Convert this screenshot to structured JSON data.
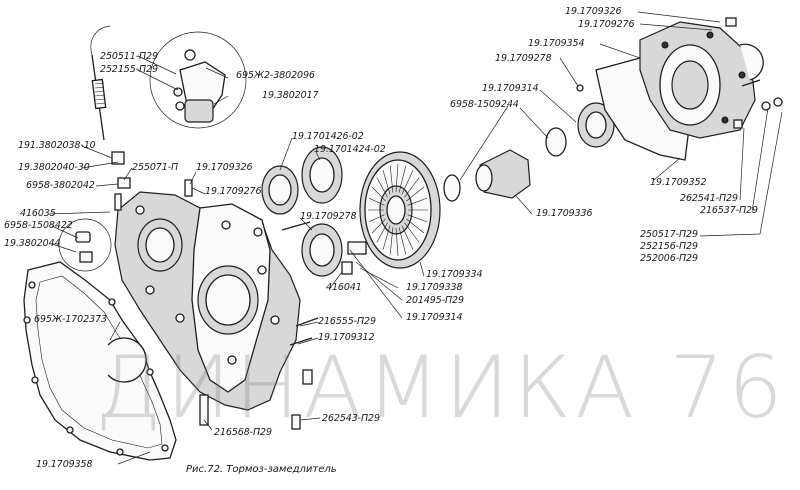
{
  "caption": "Рис.72. Тормоз-замедлитель",
  "watermark": "ДИНАМИКА 76",
  "labels": [
    {
      "id": "l1",
      "text": "19.1709326"
    },
    {
      "id": "l2",
      "text": "19.1709276"
    },
    {
      "id": "l3",
      "text": "19.1709354"
    },
    {
      "id": "l4",
      "text": "19.1709278"
    },
    {
      "id": "l5",
      "text": "19.1709314"
    },
    {
      "id": "l6",
      "text": "6958-1509244"
    },
    {
      "id": "l7",
      "text": "250511-П29"
    },
    {
      "id": "l8",
      "text": "252155-П29"
    },
    {
      "id": "l9",
      "text": "695Ж2-3802096"
    },
    {
      "id": "l10",
      "text": "19.3802017"
    },
    {
      "id": "l11",
      "text": "19.1701426-02"
    },
    {
      "id": "l12",
      "text": "19.1701424-02"
    },
    {
      "id": "l13",
      "text": "191.3802038-10"
    },
    {
      "id": "l14",
      "text": "19.3802040-30"
    },
    {
      "id": "l15",
      "text": "255071-П"
    },
    {
      "id": "l16",
      "text": "19.1709326"
    },
    {
      "id": "l17",
      "text": "6958-3802042"
    },
    {
      "id": "l18",
      "text": "19.1709276"
    },
    {
      "id": "l19",
      "text": "19.1709278"
    },
    {
      "id": "l20",
      "text": "416035"
    },
    {
      "id": "l21",
      "text": "6958-1508422"
    },
    {
      "id": "l22",
      "text": "19.3802044"
    },
    {
      "id": "l23",
      "text": "19.1709352"
    },
    {
      "id": "l24",
      "text": "262541-П29"
    },
    {
      "id": "l25",
      "text": "216537-П29"
    },
    {
      "id": "l26",
      "text": "19.1709336"
    },
    {
      "id": "l27",
      "text": "250517-П29"
    },
    {
      "id": "l28",
      "text": "252156-П29"
    },
    {
      "id": "l29",
      "text": "252006-П29"
    },
    {
      "id": "l30",
      "text": "19.1709334"
    },
    {
      "id": "l31",
      "text": "416041"
    },
    {
      "id": "l32",
      "text": "19.1709338"
    },
    {
      "id": "l33",
      "text": "201495-П29"
    },
    {
      "id": "l34",
      "text": "19.1709314"
    },
    {
      "id": "l35",
      "text": "695Ж-1702373"
    },
    {
      "id": "l36",
      "text": "216555-П29"
    },
    {
      "id": "l37",
      "text": "19.1709312"
    },
    {
      "id": "l38",
      "text": "262543-П29"
    },
    {
      "id": "l39",
      "text": "216568-П29"
    },
    {
      "id": "l40",
      "text": "19.1709358"
    }
  ]
}
